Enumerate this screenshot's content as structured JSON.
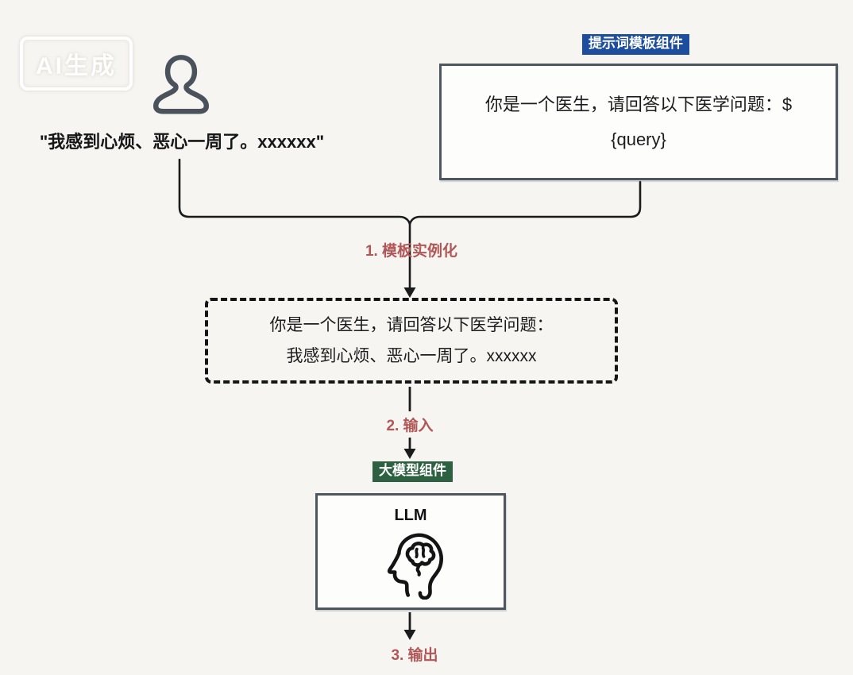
{
  "watermark": {
    "label": "AI生成"
  },
  "user_input": {
    "icon": "user-icon",
    "quote": "\"我感到心烦、恶心一周了。xxxxxx\""
  },
  "prompt_template": {
    "badge": "提示词模板组件",
    "badge_color": "#1c4e9d",
    "line1": "你是一个医生，请回答以下医学问题：$",
    "line2": "{query}"
  },
  "instantiated_prompt": {
    "line1": "你是一个医生，请回答以下医学问题：",
    "line2": "我感到心烦、恶心一周了。xxxxxx"
  },
  "llm": {
    "badge": "大模型组件",
    "badge_color": "#2d6141",
    "label": "LLM",
    "icon": "head-brain-icon"
  },
  "steps": {
    "label_color": "#b05757",
    "step1": "1. 模板实例化",
    "step2": "2. 输入",
    "step3": "3. 输出"
  },
  "style_colors": {
    "box_border": "#4e565f",
    "line": "#1b1b1b",
    "background": "#f7f5f1"
  }
}
